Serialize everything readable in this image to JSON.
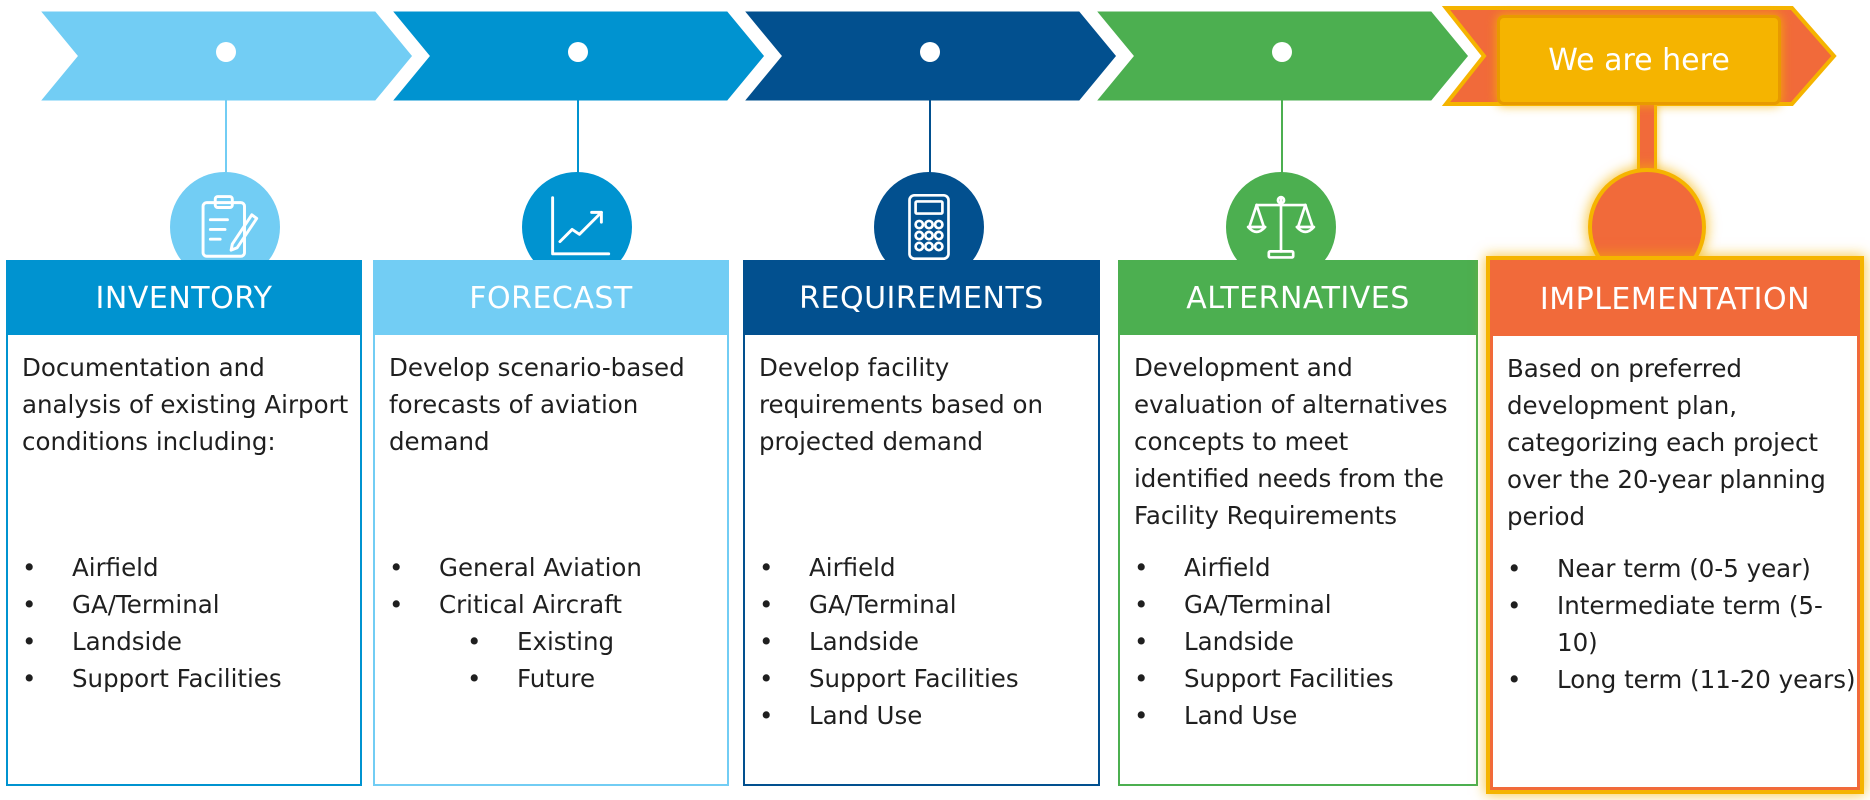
{
  "marker": {
    "label": "We are here"
  },
  "colors": {
    "light_blue": "#72cdf4",
    "mid_blue": "#0093d0",
    "dark_blue": "#02508f",
    "green": "#4caf50",
    "orange": "#f16a3a",
    "gold": "#f5b400"
  },
  "stages": [
    {
      "title": "INVENTORY",
      "icon": "clipboard-pencil-icon",
      "description": "Documentation and analysis of existing Airport conditions including:",
      "bullets": [
        {
          "text": "Airfield"
        },
        {
          "text": "GA/Terminal"
        },
        {
          "text": "Landside"
        },
        {
          "text": "Support Facilities"
        }
      ]
    },
    {
      "title": "FORECAST",
      "icon": "trend-chart-icon",
      "description": "Develop scenario-based forecasts of aviation demand",
      "bullets": [
        {
          "text": "General Aviation"
        },
        {
          "text": "Critical Aircraft"
        },
        {
          "text": "Existing",
          "sub": true
        },
        {
          "text": "Future",
          "sub": true
        }
      ]
    },
    {
      "title": "REQUIREMENTS",
      "icon": "calculator-icon",
      "description": "Develop facility requirements based on projected demand",
      "bullets": [
        {
          "text": "Airfield"
        },
        {
          "text": "GA/Terminal"
        },
        {
          "text": "Landside"
        },
        {
          "text": "Support Facilities"
        },
        {
          "text": "Land Use"
        }
      ]
    },
    {
      "title": "ALTERNATIVES",
      "icon": "balance-scale-icon",
      "description": "Development and evaluation of alternatives concepts to meet identified needs from the Facility Requirements",
      "bullets": [
        {
          "text": "Airfield"
        },
        {
          "text": "GA/Terminal"
        },
        {
          "text": "Landside"
        },
        {
          "text": "Support Facilities"
        },
        {
          "text": "Land Use"
        }
      ]
    },
    {
      "title": "IMPLEMENTATION",
      "icon": "",
      "description": "Based on preferred development plan, categorizing each project over the 20-year planning period",
      "bullets": [
        {
          "text": "Near term (0-5 year)"
        },
        {
          "text": "Intermediate term (5-10)"
        },
        {
          "text": "Long term (11-20 years)"
        }
      ]
    }
  ]
}
